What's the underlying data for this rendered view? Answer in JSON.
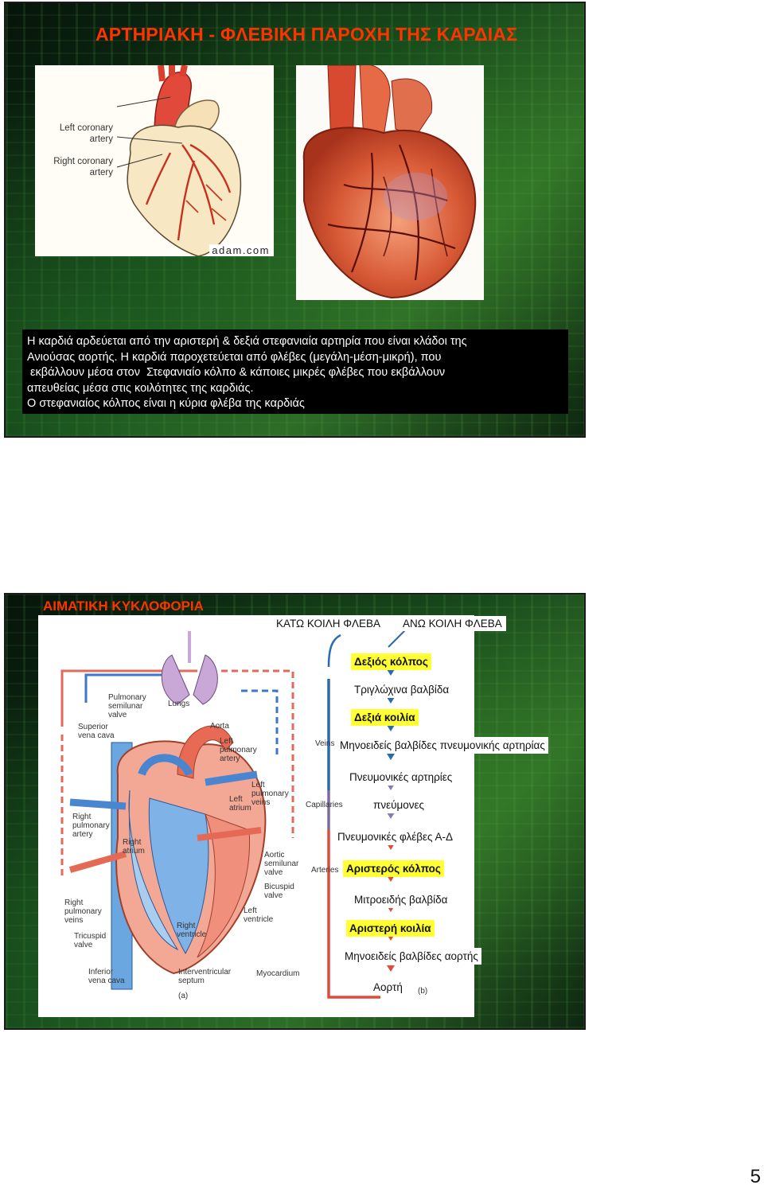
{
  "slide1": {
    "title": "ΑΡΤΗΡΙΑΚΗ - ΦΛΕΒΙΚΗ  ΠΑΡΟΧΗ ΤΗΣ ΚΑΡΔΙΑΣ",
    "diagram_labels": {
      "left_coronary": [
        "Left coronary",
        "artery"
      ],
      "right_coronary": [
        "Right coronary",
        "artery"
      ],
      "watermark": "adam.com"
    },
    "caption_lines": [
      "Η καρδιά αρδεύεται από την αριστερή & δεξιά στεφανιαία αρτηρία που είναι κλάδοι της",
      "Ανιούσας αορτής. Η καρδιά παροχετεύεται από φλέβες (μεγάλη-μέση-μικρή), που",
      " εκβάλλουν μέσα στον  Στεφανιαίο κόλπο & κάποιες μικρές φλέβες που εκβάλλουν",
      "απευθείας μέσα στις κοιλότητες της καρδιάς.",
      "Ο στεφανιαίος κόλπος είναι η κύρια φλέβα της καρδιάς"
    ]
  },
  "slide2": {
    "title": "ΑΙΜΑΤΙΚΗ ΚΥΚΛΟΦΟΡΙΑ",
    "header_left": "ΚΑΤΩ ΚΟΙΛΗ ΦΛΕΒΑ",
    "header_right": "ΑΝΩ ΚΟΙΛΗ ΦΛΕΒΑ",
    "diagram_labels": {
      "pulmonary_semilunar": [
        "Pulmonary",
        "semilunar",
        "valve"
      ],
      "lungs": "Lungs",
      "superior_vena_cava": [
        "Superior",
        "vena cava"
      ],
      "aorta": "Aorta",
      "left_pulmonary_artery": [
        "Left",
        "pulmonary",
        "artery"
      ],
      "left_pulmonary_veins": [
        "Left",
        "pulmonary",
        "veins"
      ],
      "left_atrium": [
        "Left",
        "atrium"
      ],
      "right_pulmonary_artery": [
        "Right",
        "pulmonary",
        "artery"
      ],
      "right_atrium": [
        "Right",
        "atrium"
      ],
      "aortic_semilunar": [
        "Aortic",
        "semilunar",
        "valve"
      ],
      "bicuspid": [
        "Bicuspid",
        "valve"
      ],
      "right_pulmonary_veins": [
        "Right",
        "pulmonary",
        "veins"
      ],
      "left_ventricle": [
        "Left",
        "ventricle"
      ],
      "tricuspid": [
        "Tricuspid",
        "valve"
      ],
      "right_ventricle": [
        "Right",
        "ventricle"
      ],
      "inferior_vena_cava": [
        "Inferior",
        "vena cava"
      ],
      "interventricular": [
        "Interventricular",
        "septum"
      ],
      "myocardium": "Myocardium",
      "fig_a": "(a)",
      "fig_b": "(b)",
      "veins": "Veins",
      "capillaries": "Capillaries",
      "arteries": "Arteries"
    },
    "flow_steps": [
      "Δεξιός κόλπος",
      "Τριγλώχινα βαλβίδα",
      "Δεξιά κοιλία",
      "Μηνοειδείς βαλβίδες πνευμονικής αρτηρίας",
      "Πνευμονικές αρτηρίες",
      "πνεύμονες",
      "Πνευμονικές φλέβες Α-Δ",
      "Αριστερός κόλπος",
      "Μιτροειδής βαλβίδα",
      "Αριστερή κοιλία",
      "Μηνοειδείς βαλβίδες αορτής",
      "Αορτή"
    ]
  },
  "page_number": "5"
}
